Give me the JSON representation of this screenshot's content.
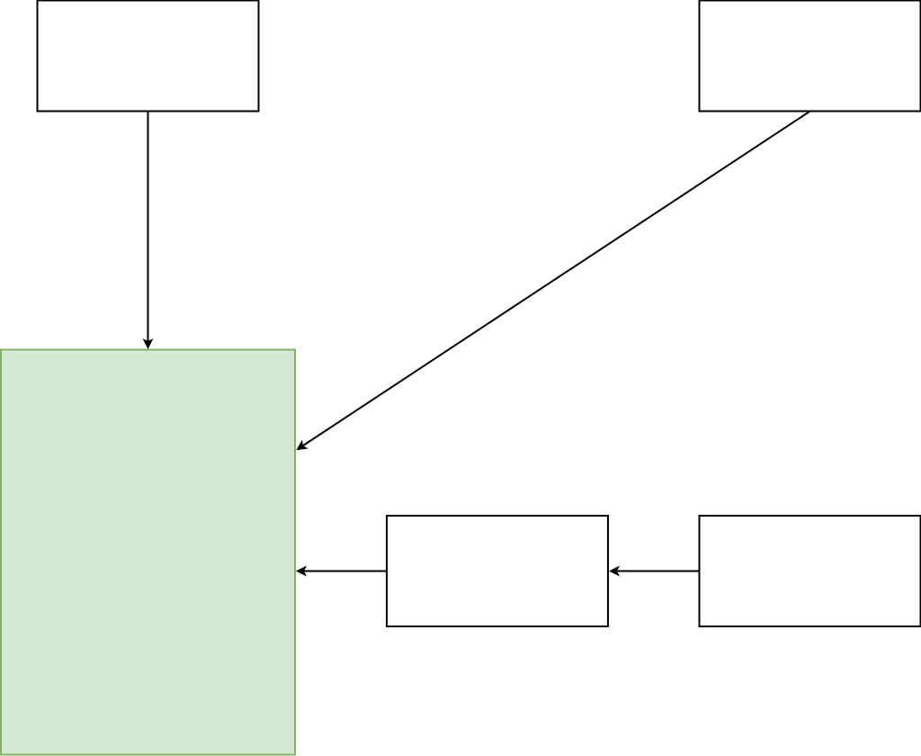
{
  "diagram": {
    "background": "#ffffff",
    "stroke_color": "#000000",
    "nodes": [
      {
        "id": "top-left-box",
        "label": "",
        "fill": "#ffffff",
        "stroke": "#000000"
      },
      {
        "id": "top-right-box",
        "label": "",
        "fill": "#ffffff",
        "stroke": "#000000"
      },
      {
        "id": "target-box",
        "label": "",
        "fill": "#d5e8d4",
        "stroke": "#82b366"
      },
      {
        "id": "middle-box",
        "label": "",
        "fill": "#ffffff",
        "stroke": "#000000"
      },
      {
        "id": "bottom-right-box",
        "label": "",
        "fill": "#ffffff",
        "stroke": "#000000"
      }
    ],
    "edges": [
      {
        "id": "edge-top-left-to-target",
        "from": "top-left-box",
        "to": "target-box"
      },
      {
        "id": "edge-top-right-to-target",
        "from": "top-right-box",
        "to": "target-box"
      },
      {
        "id": "edge-middle-to-target",
        "from": "middle-box",
        "to": "target-box"
      },
      {
        "id": "edge-bottom-right-to-middle",
        "from": "bottom-right-box",
        "to": "middle-box"
      }
    ]
  }
}
